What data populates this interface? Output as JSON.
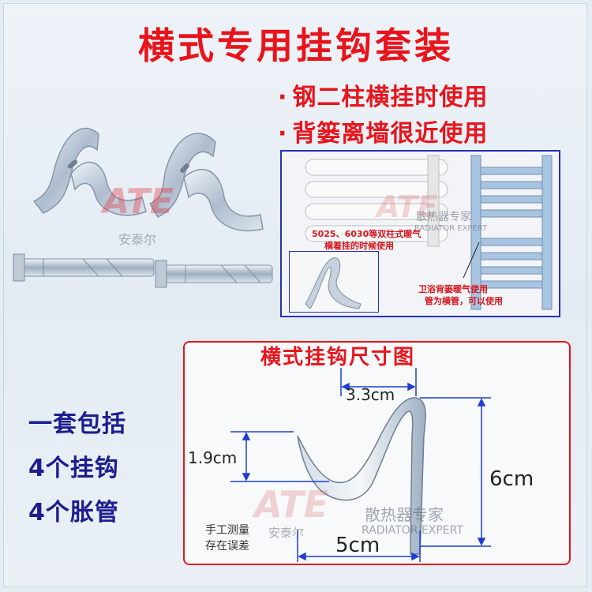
{
  "title": "横式专用挂钩套装",
  "bullets": [
    {
      "dot": "·",
      "text": "钢二柱横挂时使用"
    },
    {
      "dot": "·",
      "text": "背篓离墙很近使用"
    }
  ],
  "inset": {
    "label_top": "5025、6030等双柱式暖气",
    "label_top_2": "横着挂的时候使用",
    "label_right": "卫浴背篓暖气使用",
    "label_right_2": "管为横管，可以使用"
  },
  "dimension": {
    "title": "横式挂钩尺寸图",
    "top_width": "3.3cm",
    "left_height": "1.9cm",
    "height": "6cm",
    "width": "5cm",
    "note_1": "手工测量",
    "note_2": "存在误差"
  },
  "kit": {
    "line1": "一套包括",
    "line2": "4个挂钩",
    "line3": "4个胀管"
  },
  "watermark": {
    "logo": "ATE",
    "brand_cn": "安泰尔",
    "text_cn": "散热器专家",
    "text_en": "RADIATOR EXPERT"
  },
  "colors": {
    "accent_red": "#e8141c",
    "navy": "#1d1d8f",
    "blue_border": "#2731b7",
    "metal": "#b8c6d6"
  }
}
